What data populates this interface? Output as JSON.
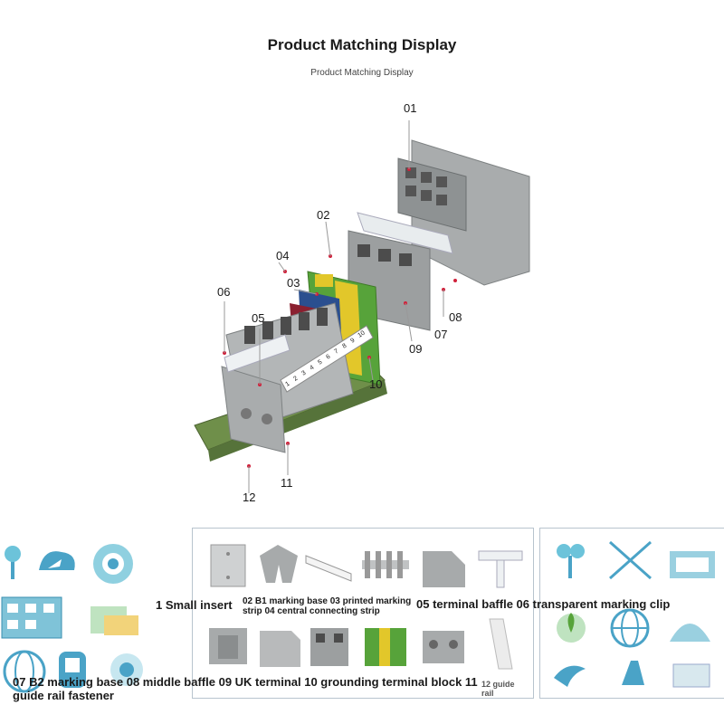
{
  "header": {
    "title": "Product Matching Display",
    "subtitle": "Product Matching Display"
  },
  "callouts": {
    "c01": "01",
    "c02": "02",
    "c03": "03",
    "c04": "04",
    "c05": "05",
    "c06": "06",
    "c07": "07",
    "c08": "08",
    "c09": "09",
    "c10": "10",
    "c11": "11",
    "c12": "12"
  },
  "strip_numbers": [
    "1",
    "2",
    "3",
    "4",
    "5",
    "6",
    "7",
    "8",
    "9",
    "10"
  ],
  "legend": {
    "l1": "1 Small insert",
    "l2": "02 B1 marking base 03 printed marking strip 04 central connecting strip",
    "l3": "05 terminal baffle 06 transparent marking clip",
    "l4": "07 B2 marking base 08 middle baffle 09 UK terminal 10 grounding terminal block 11 guide rail fastener",
    "l5": "12 guide rail"
  },
  "colors": {
    "terminal_gray": "#a9acad",
    "rail_green": "#6f8f4a",
    "ground_green": "#57a33a",
    "ground_yellow": "#e2c72a",
    "blue_terminal": "#2a4f8f",
    "red_terminal": "#8a2030",
    "icon_blue": "#4aa3c7"
  },
  "icons": [
    "tree-icon",
    "cloud-arrow-icon",
    "swirl-icon",
    "building-icon",
    "folder-icon",
    "globe-icon",
    "robot-arm-icon",
    "gear-icon",
    "plant-icon",
    "bird-icon"
  ]
}
